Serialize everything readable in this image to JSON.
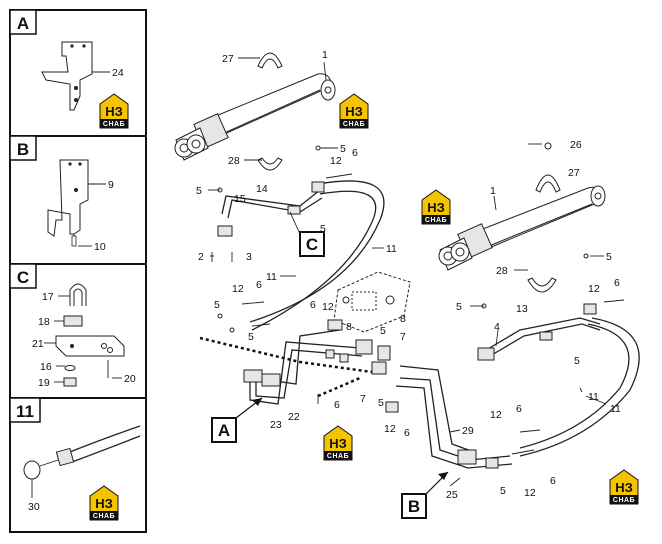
{
  "panels": [
    {
      "letter": "A",
      "parts": [
        "24"
      ]
    },
    {
      "letter": "B",
      "parts": [
        "9",
        "10"
      ]
    },
    {
      "letter": "C",
      "parts": [
        "17",
        "18",
        "21",
        "16",
        "19",
        "20"
      ]
    },
    {
      "letter": "11",
      "parts": [
        "30"
      ]
    }
  ],
  "watermark": {
    "top": "НЗ",
    "bottom": "СНАБ"
  },
  "callouts": {
    "A": "A",
    "B": "B",
    "C": "C"
  },
  "labels": {
    "l27a": "27",
    "l1a": "1",
    "l5a": "5",
    "l6a": "6",
    "l28a": "28",
    "l12a": "12",
    "l5b": "5",
    "l14": "14",
    "l15": "15",
    "l5c": "5",
    "l2": "2",
    "l3": "3",
    "l11a": "11",
    "l11b": "11",
    "l5d": "5",
    "l12b": "12",
    "l6b": "6",
    "l6c": "6",
    "l12c": "12",
    "l8a": "8",
    "l8b": "8",
    "l5e": "5",
    "l5f": "5",
    "l7a": "7",
    "l7b": "7",
    "l6d": "6",
    "l22": "22",
    "l23": "23",
    "l5g": "5",
    "l12d": "12",
    "l6e": "6",
    "l29": "29",
    "l25": "25",
    "l26": "26",
    "l27b": "27",
    "l1b": "1",
    "l5h": "5",
    "l28b": "28",
    "l6f": "6",
    "l12e": "12",
    "l5i": "5",
    "l4": "4",
    "l13": "13",
    "l5j": "5",
    "l11c": "11",
    "l11d": "11",
    "l12f": "12",
    "l6g": "6",
    "l5k": "5",
    "l12g": "12",
    "l6h": "6"
  }
}
